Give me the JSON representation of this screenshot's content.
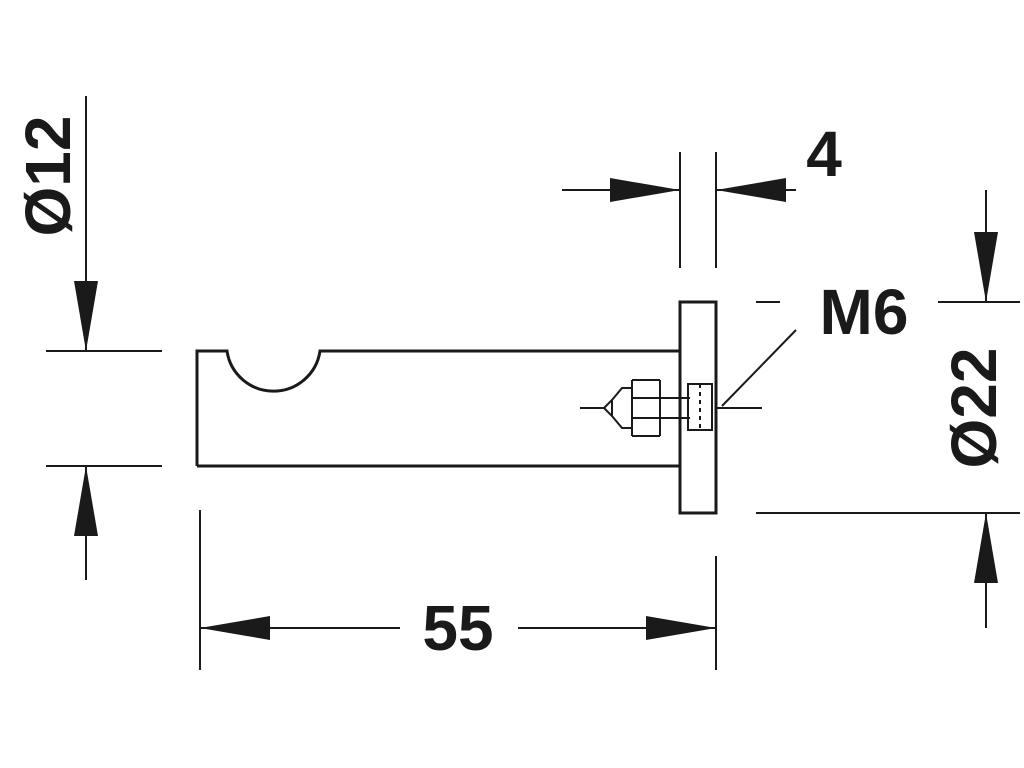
{
  "dimensions": {
    "diameter_12": "Ø12",
    "length_55": "55",
    "thickness_4": "4",
    "diameter_22": "Ø22",
    "thread_m6": "M6"
  },
  "colors": {
    "ink": "#1a1a1a",
    "background": "#ffffff"
  }
}
